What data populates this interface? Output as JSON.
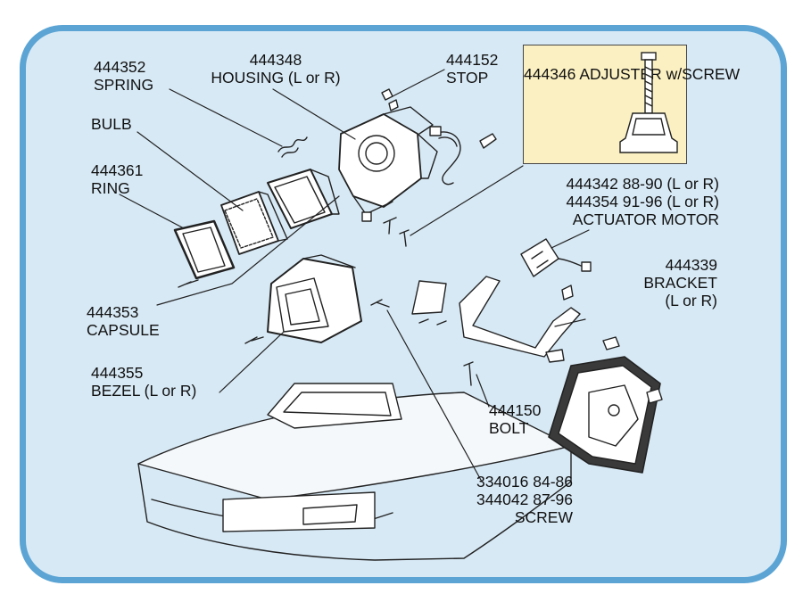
{
  "diagram": {
    "title": "Headlight assembly exploded view",
    "colors": {
      "frame_border": "#5ba4d4",
      "frame_fill": "#d7e9f5",
      "inset_fill": "#fbf0c2",
      "ink": "#111111"
    },
    "labels": {
      "spring": {
        "number": "444352",
        "name": "SPRING"
      },
      "housing": {
        "number": "444348",
        "name": "HOUSING (L or R)"
      },
      "stop": {
        "number": "444152",
        "name": "STOP"
      },
      "bulb": {
        "name": "BULB"
      },
      "ring": {
        "number": "444361",
        "name": "RING"
      },
      "capsule": {
        "number": "444353",
        "name": "CAPSULE"
      },
      "bezel": {
        "number": "444355",
        "name": "BEZEL (L or R)"
      },
      "bolt": {
        "number": "444150",
        "name": "BOLT"
      },
      "screw": {
        "line1": "334016 84-86",
        "line2": "344042 87-96",
        "name": "SCREW"
      },
      "bracket": {
        "number": "444339",
        "name": "BRACKET",
        "side": "(L or R)"
      },
      "actuator": {
        "line1": "444342  88-90  (L or R)",
        "line2": "444354  91-96  (L or R)",
        "name": "ACTUATOR MOTOR"
      },
      "adjuster": {
        "number": "444346",
        "name": "ADJUSTER",
        "note": "w/SCREW"
      }
    }
  }
}
